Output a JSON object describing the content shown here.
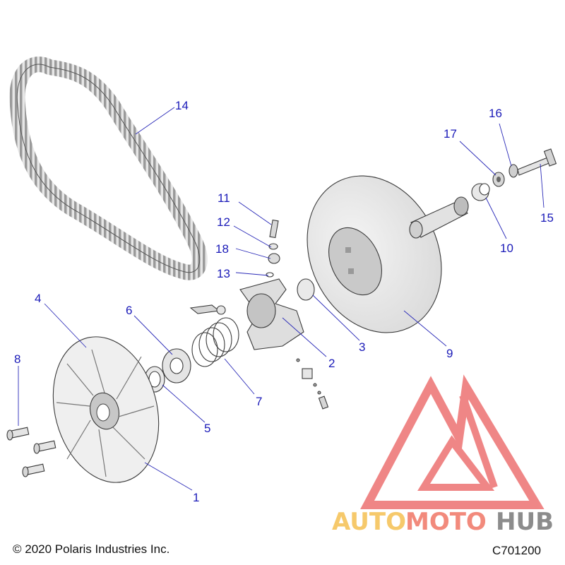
{
  "diagram": {
    "callouts": [
      "1",
      "2",
      "3",
      "4",
      "5",
      "6",
      "7",
      "8",
      "9",
      "10",
      "11",
      "12",
      "13",
      "14",
      "15",
      "16",
      "17",
      "18"
    ],
    "copyright": "© 2020 Polaris Industries Inc.",
    "drawing_code": "C701200"
  },
  "watermark": {
    "brand_part1": "AUTO",
    "brand_part2": "MOTO",
    "brand_part3": "HUB",
    "colors": {
      "auto": "#f6c96b",
      "moto": "#f28a7c",
      "hub": "#8c8c8c",
      "triangle": "#ee6a6a"
    }
  }
}
